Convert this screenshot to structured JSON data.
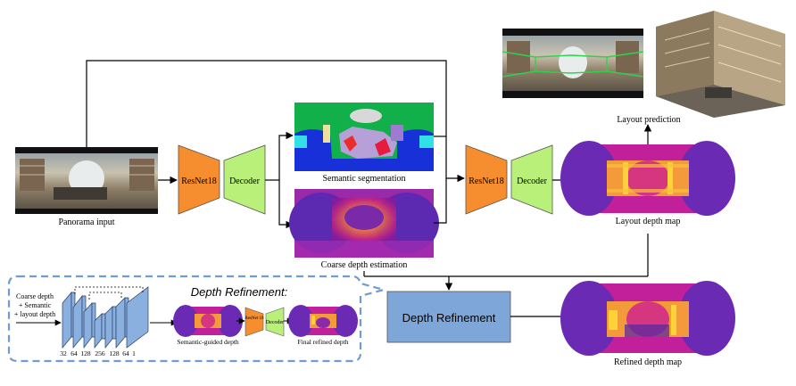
{
  "labels": {
    "panorama_input": "Panorama input",
    "semantic_segmentation": "Semantic segmentation",
    "coarse_depth_estimation": "Coarse depth estimation",
    "layout_prediction": "Layout prediction",
    "layout_depth_map": "Layout depth map",
    "refined_depth_map": "Refined depth map"
  },
  "encoder_1": "ResNet18",
  "decoder_1": "Decoder",
  "encoder_2": "ResNet18",
  "decoder_2": "Decoder",
  "depth_refinement_box": "Depth Refinement",
  "inset": {
    "title": "Depth Refinement:",
    "inputs": [
      "Coarse depth",
      "+ Semantic",
      "+ layout depth"
    ],
    "unet_channels": [
      "32",
      "64",
      "128",
      "256",
      "128",
      "64",
      "1"
    ],
    "semantic_guided_depth": "Semantic-guided depth",
    "encoder": "ResNet 18",
    "decoder": "Decoder",
    "final_refined_depth": "Final refined depth"
  },
  "colors": {
    "encoder": "#f68d2e",
    "decoder": "#b9f07a",
    "refine_box": "#7fa6d9",
    "seg_green": "#12b04a",
    "seg_cyan": "#33e0e8",
    "seg_blue": "#1830d8",
    "depth_magenta": "#c01ea8",
    "depth_yellow": "#ffd23a",
    "inset_border": "#6f9bd6"
  }
}
